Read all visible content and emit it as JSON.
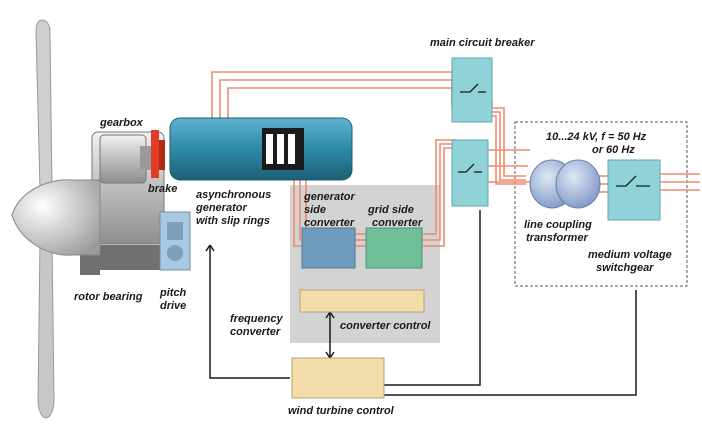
{
  "labels": {
    "main_circuit_breaker": "main circuit breaker",
    "gearbox": "gearbox",
    "brake": "brake",
    "generator_l1": "asynchronous",
    "generator_l2": "generator",
    "generator_l3": "with slip rings",
    "gen_conv_l1": "generator",
    "gen_conv_l2": "side",
    "gen_conv_l3": "converter",
    "grid_conv_l1": "grid side",
    "grid_conv_l2": "converter",
    "voltage_l1": "10...24 kV, f = 50 Hz",
    "voltage_l2": "or 60 Hz",
    "transformer_l1": "line coupling",
    "transformer_l2": "transformer",
    "switchgear_l1": "medium voltage",
    "switchgear_l2": "switchgear",
    "rotor_bearing": "rotor bearing",
    "pitch_l1": "pitch",
    "pitch_l2": "drive",
    "freq_l1": "frequency",
    "freq_l2": "converter",
    "converter_control": "converter control",
    "wind_turbine_control": "wind turbine control"
  },
  "colors": {
    "power_line": "#f08a6e",
    "control_line": "#1a1a1a",
    "generator": "#2e8aa6",
    "converter_blue": "#6f9bbd",
    "converter_green": "#6fbf9a",
    "breaker": "#8fd3d8",
    "control_box": "#f3ddaa",
    "panel": "#d0d0d0"
  }
}
